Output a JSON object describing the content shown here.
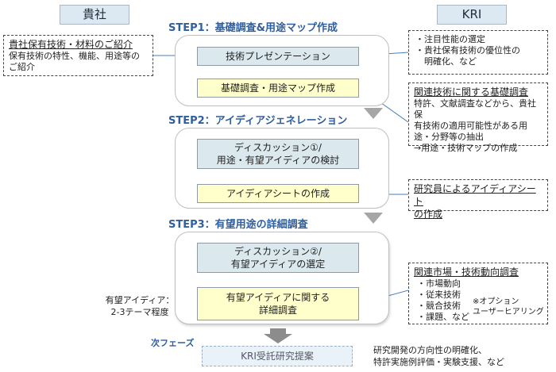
{
  "headers": {
    "left": "貴社",
    "right": "KRI"
  },
  "steps": [
    {
      "title": "STEP1：基礎調査&用途マップ作成"
    },
    {
      "title": "STEP2：アイディアジェネレーション"
    },
    {
      "title": "STEP3：有望用途の詳細調査"
    }
  ],
  "step1": {
    "box1": "技術プレゼンテーション",
    "box2": "基礎調査・用途マップ作成"
  },
  "step2": {
    "box1_line1": "ディスカッション①/",
    "box1_line2": "用途・有望アイディアの検討",
    "box2": "アイディアシートの作成"
  },
  "step3": {
    "box1_line1": "ディスカッション②/",
    "box1_line2": "有望アイディアの選定",
    "box2_line1": "有望アイディアに関する",
    "box2_line2": "詳細調査"
  },
  "left_note": {
    "title": "貴社保有技術・材料のご紹介",
    "body": "保有技術の特性、機能、用途等の\nご紹介"
  },
  "right_notes": {
    "n1": [
      "注目性能の選定",
      "貴社保有技術の優位性の\n明確化、など"
    ],
    "n2_title": "関連技術に関する基礎調査",
    "n2_body": "特許、文献調査などから、貴社保\n有技術の適用可能性がある用\n途・分野等の抽出\n→用途・技術マップの作成",
    "n3_title": "研究員によるアイディアシート\nの作成",
    "n4_title": "関連市場・技術動向調査",
    "n4_items": [
      "市場動向",
      "従来技術",
      "競合技術",
      "課題、など"
    ],
    "n4_option": "※オプション\nユーザーヒアリング"
  },
  "left_label": "有望アイディア：\n2-3テーマ程度",
  "next_phase": "次フェーズ",
  "final_box": "KRI受託研究提案",
  "final_note": "研究開発の方向性の明確化、\n特許実施例評価・実験支援、など"
}
